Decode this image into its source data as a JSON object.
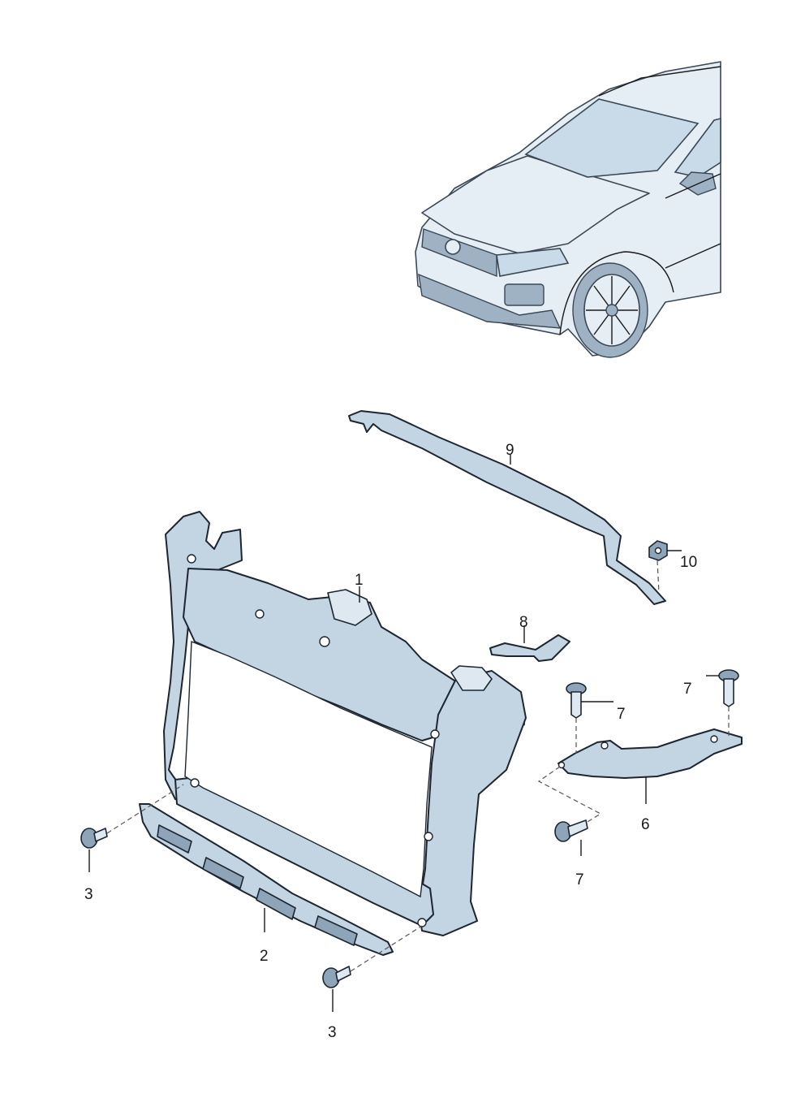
{
  "diagram": {
    "callouts": [
      {
        "id": "c1",
        "label": "1"
      },
      {
        "id": "c2",
        "label": "2"
      },
      {
        "id": "c3a",
        "label": "3"
      },
      {
        "id": "c3b",
        "label": "3"
      },
      {
        "id": "c6",
        "label": "6"
      },
      {
        "id": "c7a",
        "label": "7"
      },
      {
        "id": "c7b",
        "label": "7"
      },
      {
        "id": "c7c",
        "label": "7"
      },
      {
        "id": "c8",
        "label": "8"
      },
      {
        "id": "c9",
        "label": "9"
      },
      {
        "id": "c10",
        "label": "10"
      }
    ],
    "colors": {
      "part_fill": "#c3d4e2",
      "outline": "#1d2630",
      "car_fill": "#e6eef5"
    }
  }
}
